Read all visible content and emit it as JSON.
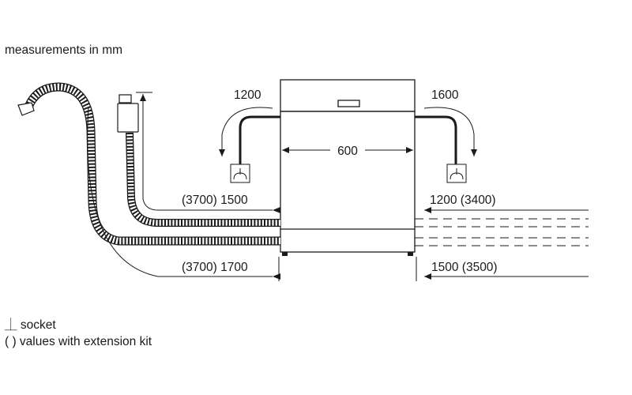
{
  "header": {
    "units_note": "measurements in mm"
  },
  "dimensions": {
    "left_drain_reach": "1200",
    "right_drain_reach": "1600",
    "appliance_width": "600",
    "left_hose_upper": "(3700) 1500",
    "right_hose_upper": "1200 (3400)",
    "left_hose_lower": "(3700) 1700",
    "right_hose_lower": "1500 (3500)"
  },
  "legend": {
    "socket_symbol": "⏊",
    "socket_label": "socket",
    "extension_label": "( ) values with extension kit"
  },
  "icons": {
    "drain_hose": "corrugated-drain-hose",
    "inlet_hose": "corrugated-inlet-hose",
    "aquastop_valve": "aquastop-valve-icon",
    "socket": "socket-icon"
  },
  "colors": {
    "line": "#1a1a1a",
    "background": "#ffffff"
  }
}
